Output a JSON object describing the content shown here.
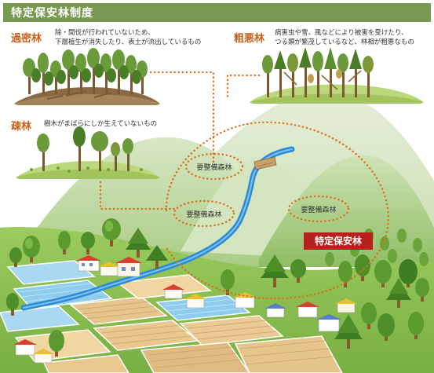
{
  "title": "特定保安林制度",
  "categories": {
    "kamitsu": {
      "label": "過密林",
      "lines": [
        "除・間伐が行われていないため、",
        "下層植生が消失したり、表土が流出しているもの"
      ]
    },
    "soaku": {
      "label": "粗悪林",
      "lines": [
        "病害虫や雪、風などにより被害を受けたり、",
        "つる類が繁茂しているなど、林相が粗悪なもの"
      ]
    },
    "sorin": {
      "label": "疎林",
      "lines": [
        "樹木がまばらにしか生えていないもの"
      ]
    }
  },
  "oval_labels": {
    "top": "要整備森林",
    "left": "要整備森林",
    "right": "要整備森林"
  },
  "designation_label": "特定保安林",
  "colors": {
    "header": "#7a9a52",
    "category_title": "#c8601a",
    "badge": "#b8201e",
    "dotted_line": "#e06a1a",
    "river": "#2c8ad8"
  },
  "icons": {
    "sun": "none"
  }
}
